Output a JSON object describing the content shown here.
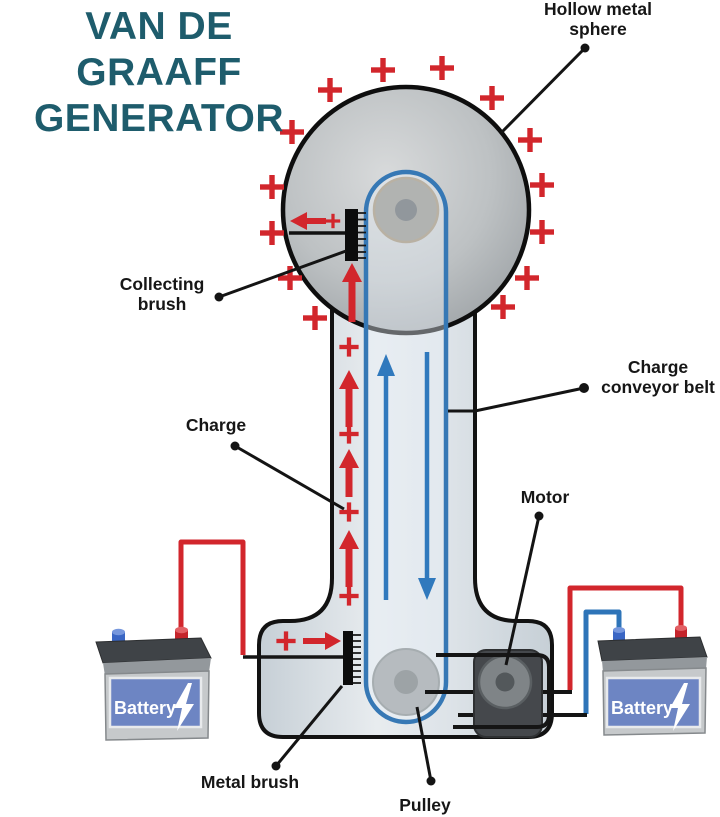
{
  "title": {
    "line1": "VAN DE GRAAFF",
    "line2": "GENERATOR"
  },
  "labels": {
    "hollow_metal_sphere": "Hollow metal sphere",
    "collecting_brush": "Collecting brush",
    "charge": "Charge",
    "charge_conveyor_belt": "Charge conveyor belt",
    "motor": "Motor",
    "metal_brush": "Metal brush",
    "pulley": "Pulley"
  },
  "batteries": {
    "left": {
      "label": "Battery"
    },
    "right": {
      "label": "Battery"
    }
  },
  "annotations": {
    "charge_symbol": "+",
    "sphere_plus_count": 14,
    "column_plus_count": 4,
    "belt_direction": "up on left side, down on right side",
    "charge_flow": "upward along left column"
  },
  "colors": {
    "title_teal": "#1E5C6C",
    "charge_red": "#D2262C",
    "belt_blue": "#3678B5",
    "wire_red": "#D2262C",
    "wire_blue": "#2E74B8",
    "wire_black": "#151515",
    "battery_panel_blue": "#6D85C3",
    "sphere_gray": "#B9BDBF",
    "column_gray": "#D9E0E5"
  }
}
